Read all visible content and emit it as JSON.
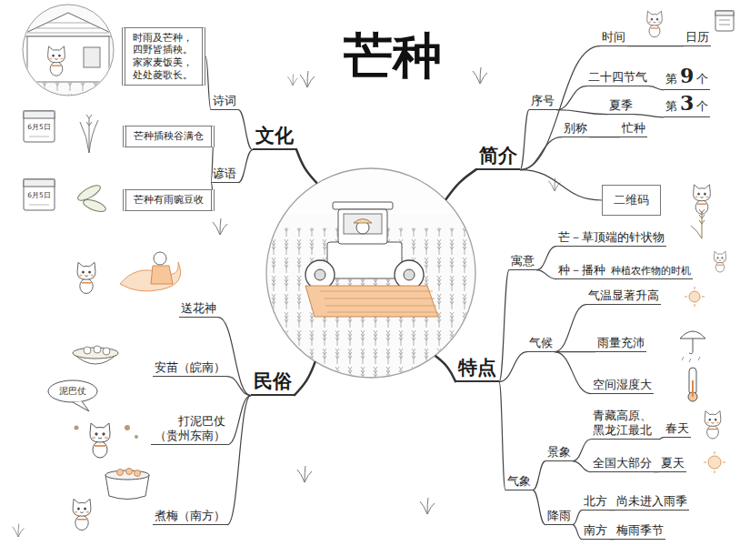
{
  "diagram": {
    "title": "芒种",
    "nodes": [
      {
        "text": [
          "简介"
        ]
      },
      {
        "text": [
          "时间"
        ]
      },
      {
        "text": [
          "日历"
        ]
      },
      {
        "text": [
          "序号"
        ]
      },
      {
        "text": [
          "二十四节气"
        ]
      },
      {
        "text": [
          "第",
          "9",
          "个"
        ]
      },
      {
        "text": [
          "夏季"
        ]
      },
      {
        "text": [
          "第",
          "3",
          "个"
        ]
      },
      {
        "text": [
          "别称"
        ]
      },
      {
        "text": [
          "忙种"
        ]
      },
      {
        "text": [
          "二维码"
        ]
      },
      {
        "text": [
          "特点"
        ]
      },
      {
        "text": [
          "寓意"
        ]
      },
      {
        "text": [
          "芒－草顶端的针状物"
        ]
      },
      {
        "text": [
          "种－播种",
          "种植农作物的时机"
        ]
      },
      {
        "text": [
          "气候"
        ]
      },
      {
        "text": [
          "气温显著升高"
        ]
      },
      {
        "text": [
          "雨量充沛"
        ]
      },
      {
        "text": [
          "空间湿度大"
        ]
      },
      {
        "text": [
          "气象"
        ]
      },
      {
        "text": [
          "景象"
        ]
      },
      {
        "text": [
          "青藏高原、 黑龙江最北"
        ]
      },
      {
        "text": [
          "春天"
        ]
      },
      {
        "text": [
          "全国大部分"
        ]
      },
      {
        "text": [
          "夏天"
        ]
      },
      {
        "text": [
          "降雨"
        ]
      },
      {
        "text": [
          "北方"
        ]
      },
      {
        "text": [
          "尚未进入雨季"
        ]
      },
      {
        "text": [
          "南方"
        ]
      },
      {
        "text": [
          "梅雨季节"
        ]
      },
      {
        "text": [
          "民俗"
        ]
      },
      {
        "text": [
          "送花神"
        ]
      },
      {
        "text": [
          "安苗（皖南）"
        ]
      },
      {
        "text": [
          "打泥巴仗 （贵州东南）"
        ]
      },
      {
        "text": [
          "煮梅（南方）"
        ]
      },
      {
        "text": [
          "文化"
        ]
      },
      {
        "text": [
          "诗词"
        ]
      },
      {
        "text": [
          "时雨及芒种， 四野皆插秧。 家家麦饭美， 处处菱歌长。"
        ]
      },
      {
        "text": [
          "谚语"
        ]
      },
      {
        "text": [
          "芒种插秧谷满仓"
        ]
      },
      {
        "text": [
          "芒种有雨豌豆收"
        ]
      }
    ],
    "edges": [
      {
        "from": 0,
        "to": 1,
        "arrow": "none"
      },
      {
        "from": 1,
        "to": 2,
        "arrow": "none"
      },
      {
        "from": 0,
        "to": 3,
        "arrow": "none"
      },
      {
        "from": 3,
        "to": 4,
        "arrow": "none"
      },
      {
        "from": 4,
        "to": 5,
        "arrow": "none"
      },
      {
        "from": 3,
        "to": 6,
        "arrow": "none"
      },
      {
        "from": 6,
        "to": 7,
        "arrow": "none"
      },
      {
        "from": 0,
        "to": 8,
        "arrow": "none"
      },
      {
        "from": 8,
        "to": 9,
        "arrow": "none"
      },
      {
        "from": 0,
        "to": 10,
        "arrow": "none"
      },
      {
        "from": 11,
        "to": 12,
        "arrow": "none"
      },
      {
        "from": 12,
        "to": 13,
        "arrow": "none"
      },
      {
        "from": 12,
        "to": 14,
        "arrow": "none"
      },
      {
        "from": 11,
        "to": 15,
        "arrow": "none"
      },
      {
        "from": 15,
        "to": 16,
        "arrow": "none"
      },
      {
        "from": 15,
        "to": 17,
        "arrow": "none"
      },
      {
        "from": 15,
        "to": 18,
        "arrow": "none"
      },
      {
        "from": 11,
        "to": 19,
        "arrow": "none"
      },
      {
        "from": 19,
        "to": 20,
        "arrow": "none"
      },
      {
        "from": 20,
        "to": 21,
        "arrow": "none"
      },
      {
        "from": 21,
        "to": 22,
        "arrow": "none"
      },
      {
        "from": 20,
        "to": 23,
        "arrow": "none"
      },
      {
        "from": 23,
        "to": 24,
        "arrow": "none"
      },
      {
        "from": 19,
        "to": 25,
        "arrow": "none"
      },
      {
        "from": 25,
        "to": 26,
        "arrow": "none"
      },
      {
        "from": 26,
        "to": 27,
        "arrow": "none"
      },
      {
        "from": 25,
        "to": 28,
        "arrow": "none"
      },
      {
        "from": 28,
        "to": 29,
        "arrow": "none"
      },
      {
        "from": 30,
        "to": 31,
        "arrow": "none"
      },
      {
        "from": 30,
        "to": 32,
        "arrow": "none"
      },
      {
        "from": 30,
        "to": 33,
        "arrow": "none"
      },
      {
        "from": 30,
        "to": 34,
        "arrow": "none"
      },
      {
        "from": 35,
        "to": 36,
        "arrow": "none"
      },
      {
        "from": 36,
        "to": 37,
        "arrow": "none"
      },
      {
        "from": 35,
        "to": 38,
        "arrow": "none"
      },
      {
        "from": 38,
        "to": 39,
        "arrow": "none"
      },
      {
        "from": 38,
        "to": 40,
        "arrow": "none"
      }
    ],
    "labels": [
      "泥巴仗",
      "6月5日",
      "6月5日"
    ]
  }
}
